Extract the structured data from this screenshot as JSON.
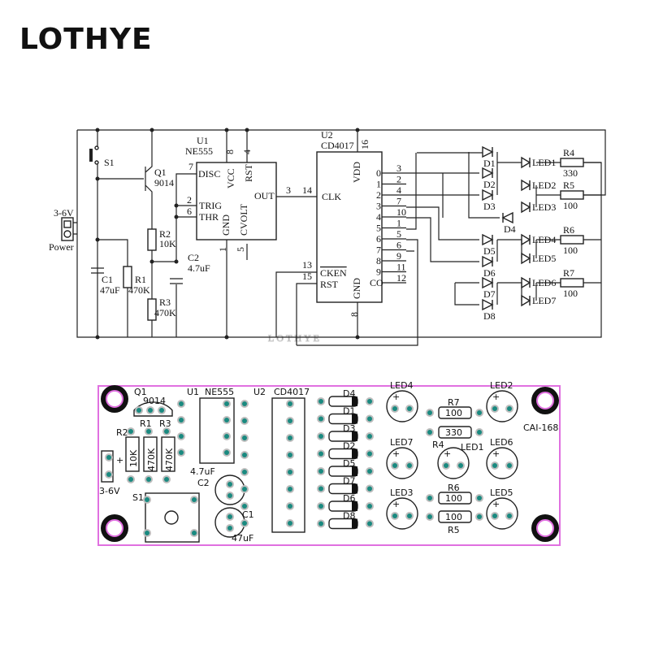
{
  "logo": "LOTHYE",
  "watermark": "LOTHYE",
  "schematic": {
    "power": {
      "voltage": "3-6V",
      "label": "Power"
    },
    "s1": "S1",
    "q1": {
      "ref": "Q1",
      "value": "9014"
    },
    "c1": {
      "ref": "C1",
      "value": "47uF"
    },
    "r1": {
      "ref": "R1",
      "value": "470K"
    },
    "r2": {
      "ref": "R2",
      "value": "10K"
    },
    "r3": {
      "ref": "R3",
      "value": "470K"
    },
    "c2": {
      "ref": "C2",
      "value": "4.7uF"
    },
    "u1": {
      "ref": "U1",
      "part": "NE555",
      "pins": {
        "disc": "DISC",
        "vcc": "VCC",
        "rst": "RST",
        "trig": "TRIG",
        "thr": "THR",
        "out": "OUT",
        "gnd": "GND",
        "cvolt": "CVOLT"
      },
      "pin_numbers": {
        "disc": "7",
        "vcc": "8",
        "rst": "4",
        "trig": "2",
        "thr": "6",
        "out": "3",
        "gnd": "1",
        "cvolt": "5"
      }
    },
    "u2": {
      "ref": "U2",
      "part": "CD4017",
      "pins": {
        "vdd": "VDD",
        "clk": "CLK",
        "cken": "CKEN",
        "rst": "RST",
        "gnd": "GND"
      },
      "pin_numbers": {
        "vdd": "16",
        "clk": "14",
        "cken": "13",
        "rst": "15",
        "gnd": "8"
      },
      "outputs": [
        "0",
        "1",
        "2",
        "3",
        "4",
        "5",
        "6",
        "7",
        "8",
        "9",
        "CO"
      ],
      "output_pins": [
        "3",
        "2",
        "4",
        "7",
        "10",
        "1",
        "5",
        "6",
        "9",
        "11",
        "12"
      ]
    },
    "diodes": [
      "D1",
      "D2",
      "D3",
      "D4",
      "D5",
      "D6",
      "D7",
      "D8"
    ],
    "leds": [
      "LED1",
      "LED2",
      "LED3",
      "LED4",
      "LED5",
      "LED6",
      "LED7"
    ],
    "resistors": [
      {
        "ref": "R4",
        "value": "330"
      },
      {
        "ref": "R5",
        "value": "100"
      },
      {
        "ref": "R6",
        "value": "100"
      },
      {
        "ref": "R7",
        "value": "100"
      }
    ]
  },
  "pcb": {
    "border_color": "#e070e0",
    "pad_color": "#1a8a80",
    "q1": {
      "ref": "Q1",
      "value": "9014"
    },
    "r_refs": {
      "r1": "R1",
      "r2": "R2",
      "r3": "R3"
    },
    "r_values": {
      "r2": "10K",
      "r1": "470K",
      "r3": "470K"
    },
    "power": {
      "plus": "+",
      "voltage": "3-6V"
    },
    "u1": {
      "ref": "U1",
      "part": "NE555"
    },
    "u2": {
      "ref": "U2",
      "part": "CD4017"
    },
    "c2": {
      "ref": "C2",
      "value": "4.7uF"
    },
    "c1": {
      "ref": "C1",
      "value": "47uF"
    },
    "s1": "S1",
    "diodes": [
      "D4",
      "D1",
      "D3",
      "D2",
      "D5",
      "D7",
      "D6",
      "D8"
    ],
    "leds": {
      "led4": "LED4",
      "led2": "LED2",
      "led7": "LED7",
      "led1": "LED1",
      "led6": "LED6",
      "led3": "LED3",
      "led5": "LED5"
    },
    "resistors": {
      "r7": {
        "ref": "R7",
        "value": "100"
      },
      "r4": {
        "ref": "R4",
        "value": "330"
      },
      "r6": {
        "ref": "R6",
        "value": "100"
      },
      "r5": {
        "ref": "R5",
        "value": "100"
      }
    },
    "board_id": "CAI-168"
  }
}
